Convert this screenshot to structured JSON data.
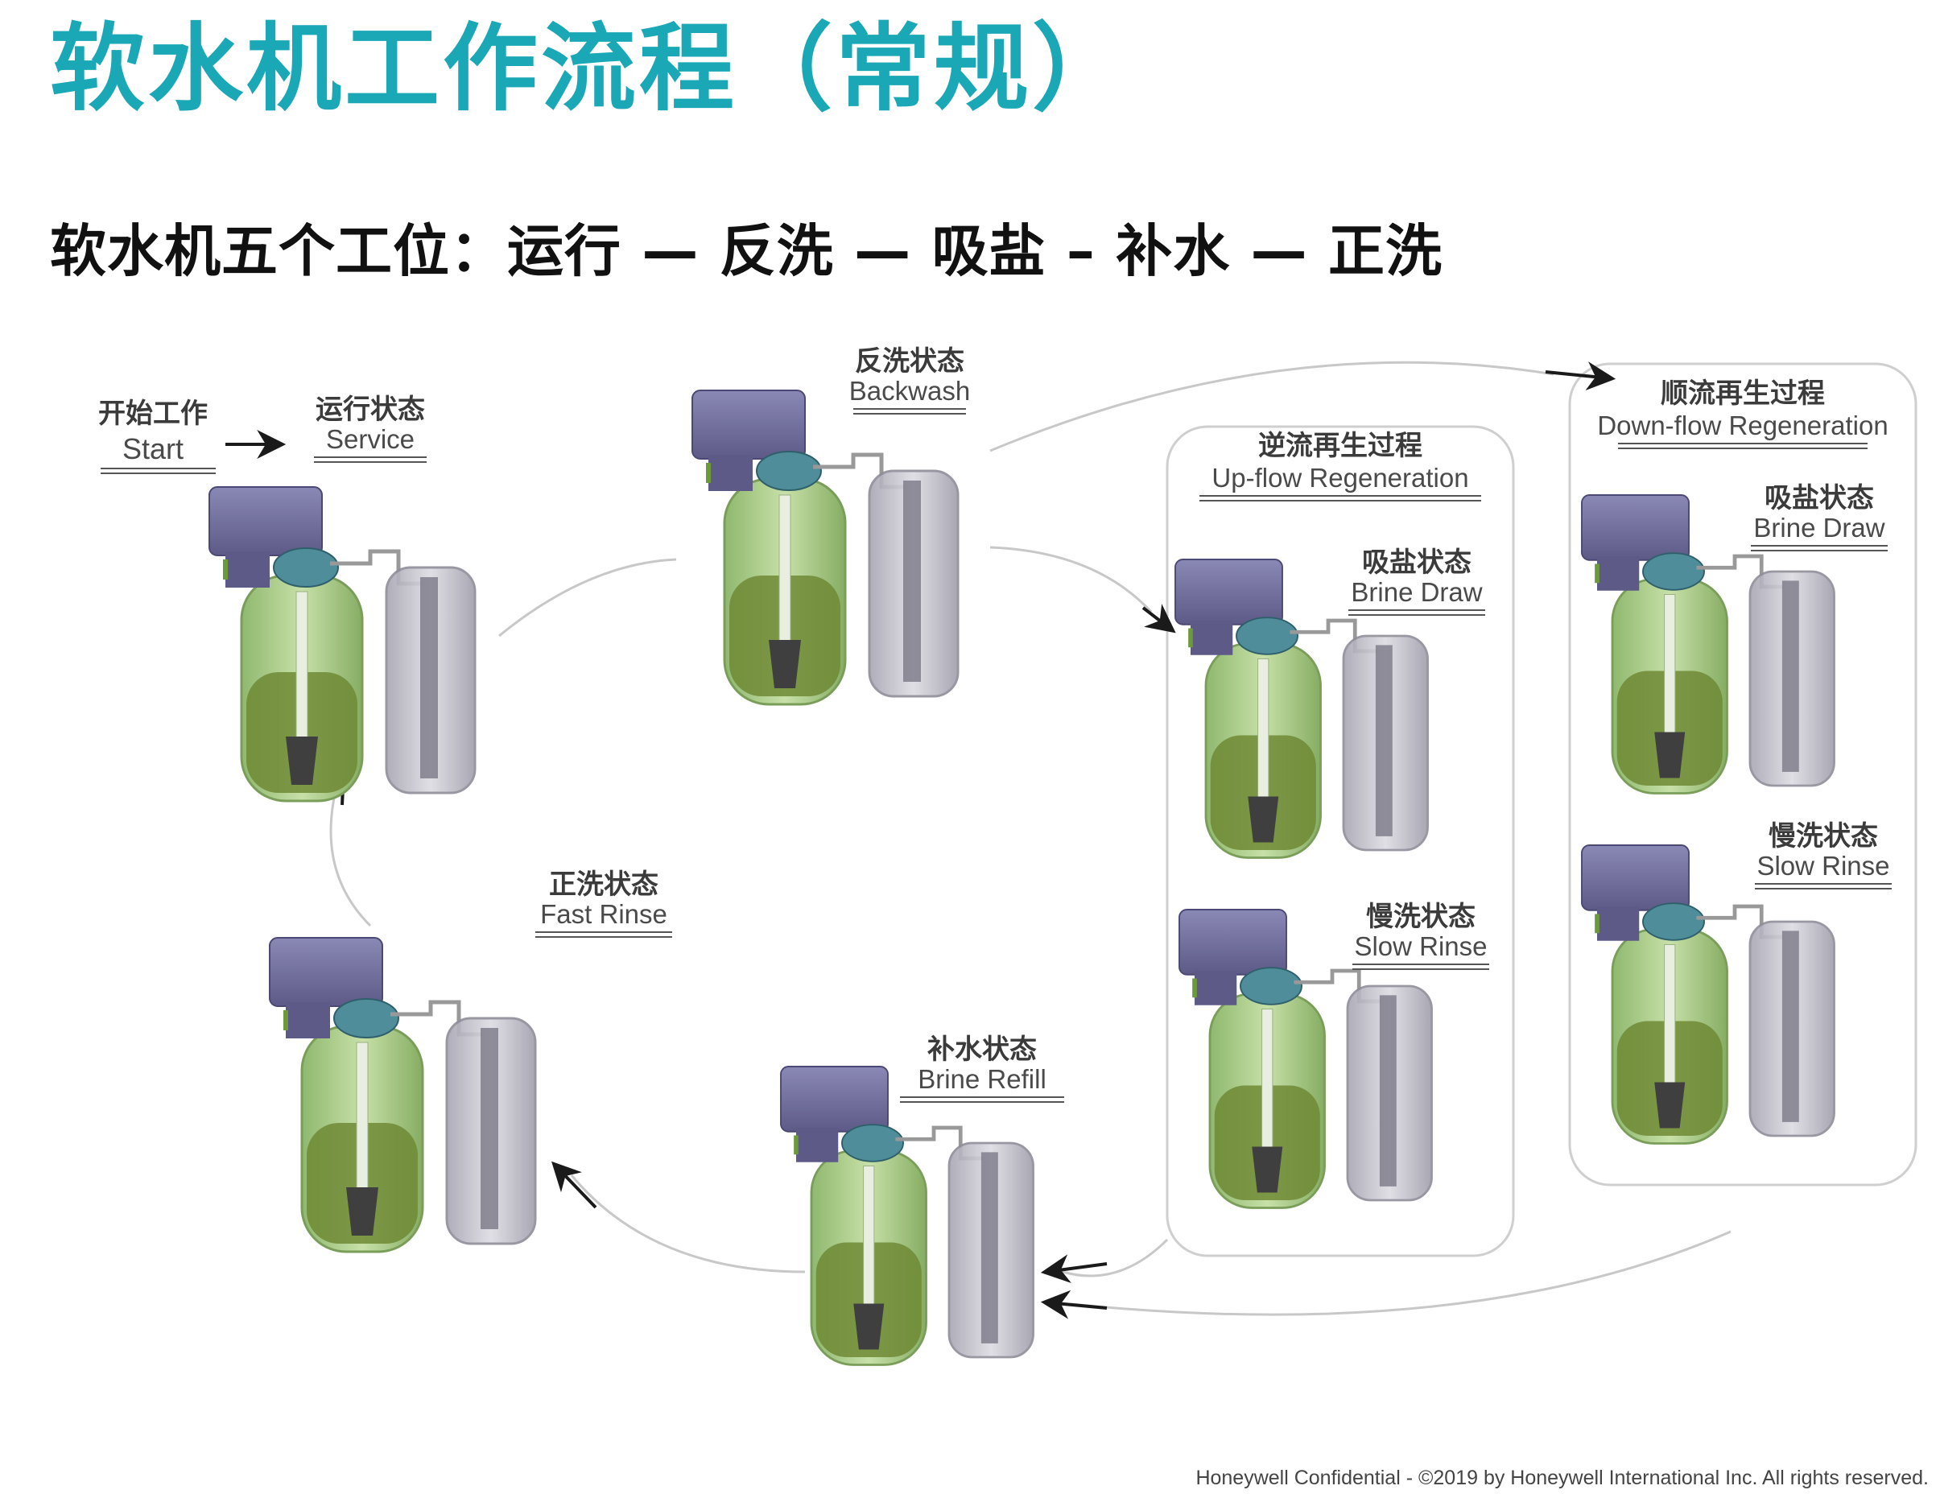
{
  "page": {
    "title": "软水机工作流程（常规）",
    "subtitle": "软水机五个工位：运行 —  反洗  — 吸盐 – 补水 — 正洗",
    "footer": "Honeywell Confidential - ©2019 by Honeywell International Inc. All rights reserved."
  },
  "diagram": {
    "start": {
      "cn": "开始工作",
      "en": "Start"
    },
    "groups": [
      {
        "id": "upflow",
        "cn": "逆流再生过程",
        "en": "Up-flow Regeneration"
      },
      {
        "id": "downflow",
        "cn": "顺流再生过程",
        "en": "Down-flow Regeneration"
      }
    ],
    "stages": [
      {
        "id": "service",
        "cn": "运行状态",
        "en": "Service"
      },
      {
        "id": "backwash",
        "cn": "反洗状态",
        "en": "Backwash"
      },
      {
        "id": "up-brine-draw",
        "cn": "吸盐状态",
        "en": "Brine Draw"
      },
      {
        "id": "up-slow-rinse",
        "cn": "慢洗状态",
        "en": "Slow Rinse"
      },
      {
        "id": "down-brine-draw",
        "cn": "吸盐状态",
        "en": "Brine Draw"
      },
      {
        "id": "down-slow-rinse",
        "cn": "慢洗状态",
        "en": "Slow Rinse"
      },
      {
        "id": "brine-refill",
        "cn": "补水状态",
        "en": "Brine Refill"
      },
      {
        "id": "fast-rinse",
        "cn": "正洗状态",
        "en": "Fast Rinse"
      }
    ],
    "colors": {
      "title": "#1ba8b6",
      "valve_head": "#6f6c9a",
      "resin_tank": "#a9c98a",
      "resin_bed": "#5f7a2c",
      "brine_tank": "#b8b6c0",
      "arrow": "#1a1a1a",
      "flow_line": "#c8c8c8"
    }
  }
}
